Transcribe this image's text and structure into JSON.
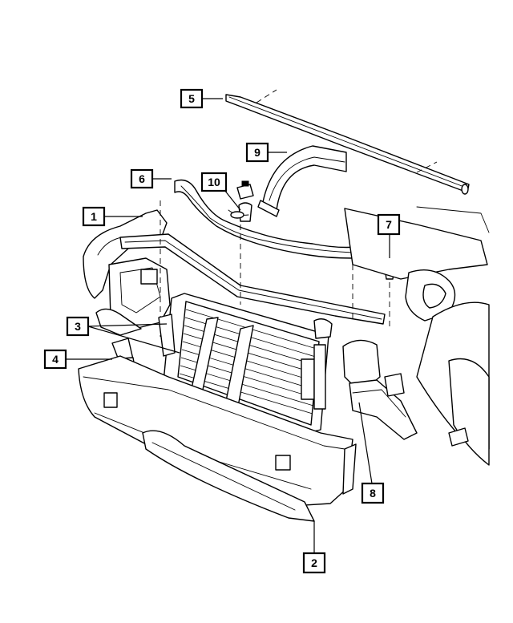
{
  "diagram": {
    "callouts": [
      {
        "id": "c5",
        "label": "5"
      },
      {
        "id": "c9",
        "label": "9"
      },
      {
        "id": "c6",
        "label": "6"
      },
      {
        "id": "c10",
        "label": "10"
      },
      {
        "id": "c1",
        "label": "1"
      },
      {
        "id": "c7",
        "label": "7"
      },
      {
        "id": "c3",
        "label": "3"
      },
      {
        "id": "c4",
        "label": "4"
      },
      {
        "id": "c8",
        "label": "8"
      },
      {
        "id": "c2",
        "label": "2"
      }
    ]
  }
}
